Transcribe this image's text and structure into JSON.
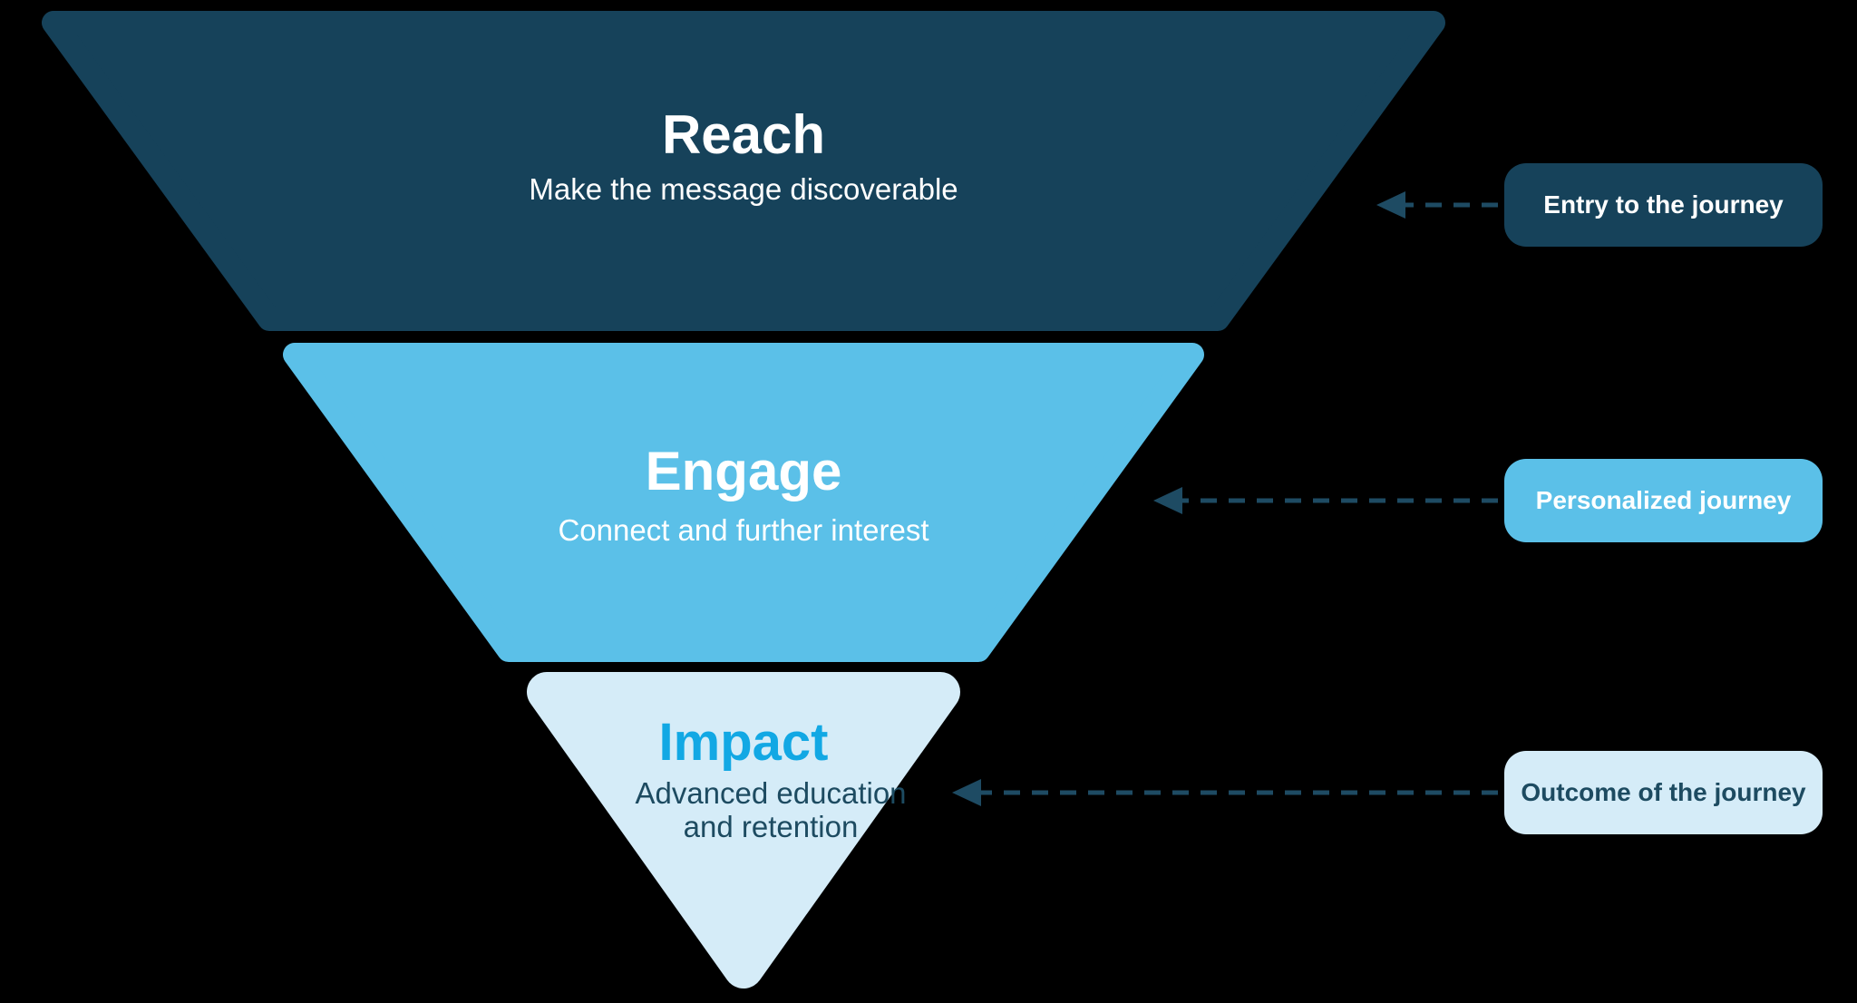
{
  "colors": {
    "background": "#000000",
    "stage_dark": "#16425A",
    "stage_mid": "#5BC0E8",
    "stage_light": "#D5ECF8",
    "impact_title_accent": "#12A8E4",
    "dark_text": "#1D4B61",
    "light_text": "#FFFFFF",
    "arrow": "#1E4B63"
  },
  "funnel": {
    "stages": [
      {
        "title": "Reach",
        "subtitle": "Make the message discoverable",
        "fill": "#16425A"
      },
      {
        "title": "Engage",
        "subtitle": "Connect and further interest",
        "fill": "#5BC0E8"
      },
      {
        "title": "Impact",
        "subtitle": "Advanced education and retention",
        "fill": "#D5ECF8"
      }
    ]
  },
  "annotations": [
    {
      "label": "Entry to the journey",
      "box_color": "#16425A",
      "text_color": "#FFFFFF"
    },
    {
      "label": "Personalized journey",
      "box_color": "#5BC0E8",
      "text_color": "#FFFFFF"
    },
    {
      "label": "Outcome of the journey",
      "box_color": "#D5ECF8",
      "text_color": "#1D4B61"
    }
  ]
}
